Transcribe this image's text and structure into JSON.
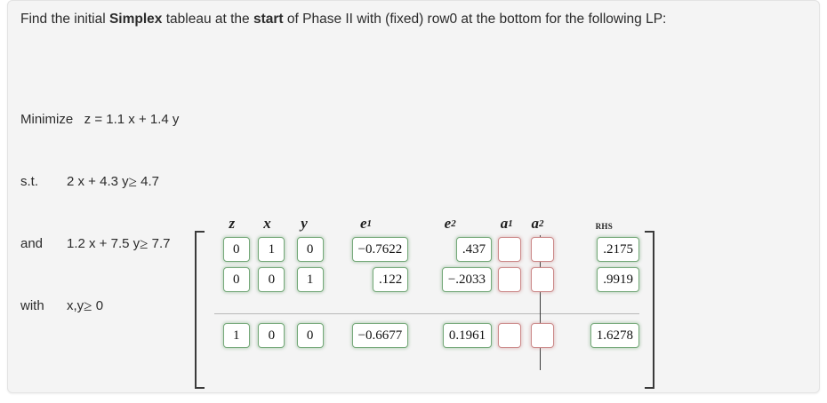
{
  "prompt": {
    "line1_a": "Find the initial ",
    "line1_b": "Simplex",
    "line1_c": " tableau at the ",
    "line1_d": "start",
    "line1_e": " of Phase II with (fixed) row0 at the bottom for the following LP:"
  },
  "lp": {
    "objective": "Minimize   z = 1.1 x + 1.4 y",
    "constraint1_label": "s.t.",
    "constraint1": "2 x + 4.3 y",
    "constraint1_rel": "≥",
    "constraint1_rhs": "4.7",
    "constraint2_label": "and",
    "constraint2": "1.2 x + 7.5 y",
    "constraint2_rel": "≥",
    "constraint2_rhs": "7.7",
    "constraint3_label": "with",
    "constraint3": "x,y",
    "constraint3_rel": "≥",
    "constraint3_rhs": "0"
  },
  "tableau": {
    "headers": [
      {
        "base": "z",
        "sub": "",
        "kind": "var"
      },
      {
        "base": "x",
        "sub": "",
        "kind": "var"
      },
      {
        "base": "y",
        "sub": "",
        "kind": "var"
      },
      {
        "base": "e",
        "sub": "1",
        "kind": "var"
      },
      {
        "base": "e",
        "sub": "2",
        "kind": "var"
      },
      {
        "base": "a",
        "sub": "1",
        "kind": "var"
      },
      {
        "base": "a",
        "sub": "2",
        "kind": "var"
      },
      {
        "base": "RHS",
        "sub": "",
        "kind": "rhs"
      }
    ],
    "rows": [
      {
        "name": "row-1",
        "cells": [
          {
            "value": "0",
            "state": "filled",
            "size": "narrow"
          },
          {
            "value": "1",
            "state": "filled",
            "size": "narrow"
          },
          {
            "value": "0",
            "state": "filled",
            "size": "narrow"
          },
          {
            "value": "−0.7622",
            "state": "filled",
            "size": "auto"
          },
          {
            "value": ".437",
            "state": "filled",
            "size": "auto"
          },
          {
            "value": "",
            "state": "empty",
            "size": "empty"
          },
          {
            "value": "",
            "state": "empty",
            "size": "empty"
          },
          {
            "value": ".2175",
            "state": "filled",
            "size": "auto"
          }
        ]
      },
      {
        "name": "row-2",
        "cells": [
          {
            "value": "0",
            "state": "filled",
            "size": "narrow"
          },
          {
            "value": "0",
            "state": "filled",
            "size": "narrow"
          },
          {
            "value": "1",
            "state": "filled",
            "size": "narrow"
          },
          {
            "value": ".122",
            "state": "filled",
            "size": "auto"
          },
          {
            "value": "−.2033",
            "state": "filled",
            "size": "auto"
          },
          {
            "value": "",
            "state": "empty",
            "size": "empty"
          },
          {
            "value": "",
            "state": "empty",
            "size": "empty"
          },
          {
            "value": ".9919",
            "state": "filled",
            "size": "auto"
          }
        ]
      },
      {
        "name": "row-0",
        "cells": [
          {
            "value": "1",
            "state": "filled",
            "size": "narrow"
          },
          {
            "value": "0",
            "state": "filled",
            "size": "narrow"
          },
          {
            "value": "0",
            "state": "filled",
            "size": "narrow"
          },
          {
            "value": "−0.6677",
            "state": "filled",
            "size": "auto"
          },
          {
            "value": "0.1961",
            "state": "filled",
            "size": "auto"
          },
          {
            "value": "",
            "state": "empty",
            "size": "empty"
          },
          {
            "value": "",
            "state": "empty",
            "size": "empty"
          },
          {
            "value": "1.6278",
            "state": "filled",
            "size": "auto"
          }
        ]
      }
    ],
    "colors": {
      "filled_border": "#76a97a",
      "empty_border": "#cc8b8b",
      "bracket": "#3a3a3a",
      "separator": "#b9b9b9",
      "card_bg": "#f4f4f4"
    }
  }
}
